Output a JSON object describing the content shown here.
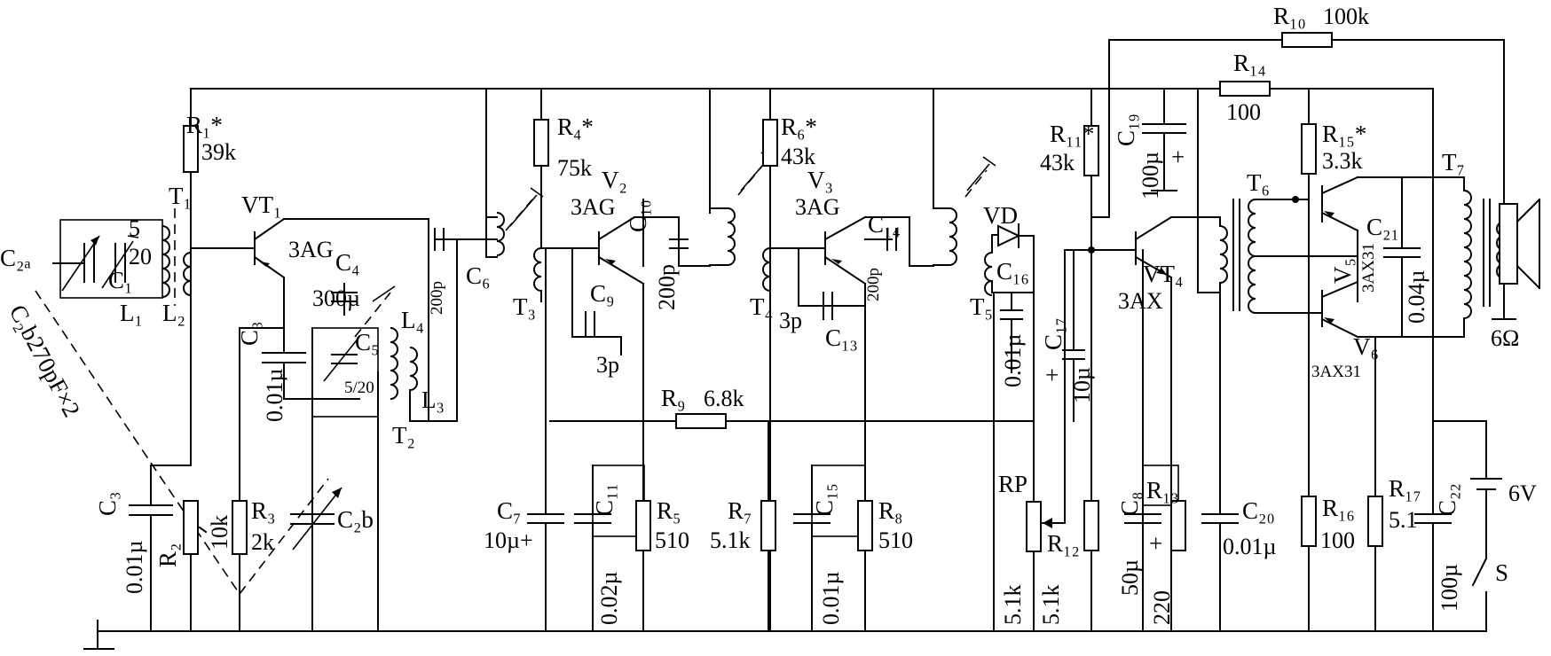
{
  "labels": {
    "r1_name": "R₁*",
    "r1_val": "39k",
    "r2_name": "R₂",
    "r2_val": "10k",
    "r3_name": "R₃",
    "r3_val": "2k",
    "r4_name": "R₄*",
    "r4_val": "75k",
    "r5_name": "R₅",
    "r5_val": "510",
    "r6_name": "R₆*",
    "r6_val": "43k",
    "r7_name": "R₇",
    "r7_val": "5.1k",
    "r8_name": "R₈",
    "r8_val": "510",
    "r9_name": "R₉",
    "r9_val": "6.8k",
    "r10_name": "R₁₀",
    "r10_val": "100k",
    "r11_name": "R₁₁*",
    "r11_val": "43k",
    "r12_name": "R₁₂",
    "r12_val": "5.1k",
    "r13_name": "R₁₃",
    "r13_val": "220",
    "r14_name": "R₁₄",
    "r14_val": "100",
    "r15_name": "R₁₅*",
    "r15_val": "3.3k",
    "r16_name": "R₁₆",
    "r16_val": "100",
    "r17_name": "R₁₇",
    "r17_val": "5.1",
    "rp_name": "RP",
    "rp_val": "5.1k",
    "c1_name": "C₁",
    "c1_val1": "5",
    "c1_val2": "20",
    "c2a_name": "C₂ₐ",
    "c2b_name": "C₂b",
    "c2b_note": "C₂b270pF×2",
    "c3_name": "C₃",
    "c3_val": "0.01µ",
    "c3b_name": "C₃",
    "c3b_val": "0.01µ",
    "c4_name": "C₄",
    "c4_val": "300µ",
    "c5_name": "C₅",
    "c5_val": "5/20",
    "c6_name": "C₆",
    "c6_val": "200p",
    "c7_name": "C₇",
    "c7_val": "10µ+",
    "c8_name": "C₈",
    "c8_val": "50µ",
    "c9_name": "C₉",
    "c9_val": "3p",
    "c10_name": "C₁₀",
    "c10_val": "200p",
    "c11_name": "C₁₁",
    "c11_val": "0.02µ",
    "c13_name": "C₁₃",
    "c13_val": "3p",
    "c14_name": "C₁₄",
    "c14_val": "200p",
    "c15_name": "C₁₅",
    "c15_val": "0.01µ",
    "c16_name": "C₁₆",
    "c16_val": "0.01µ",
    "c17_name": "C₁₇",
    "c17_val": "10µ",
    "c19_name": "C₁₉",
    "c19_val": "100µ",
    "c20_name": "C₂₀",
    "c20_val": "0.01µ",
    "c21_name": "C₂₁",
    "c21_val": "0.04µ",
    "c22_name": "C₂₂",
    "c22_val": "100µ",
    "l1_name": "L₁",
    "l2_name": "L₂",
    "l3_name": "L₃",
    "l4_name": "L₄",
    "t1": "T₁",
    "t2": "T₂",
    "t3": "T₃",
    "t4": "T₄",
    "t5": "T₅",
    "t6": "T₆",
    "t7": "T₇",
    "vt1_name": "VT₁",
    "vt1_type": "3AG",
    "v2_name": "V₂",
    "v2_type": "3AG",
    "v3_name": "V₃",
    "v3_type": "3AG",
    "vt4_name": "VT₄",
    "vt4_type": "3AX",
    "v5_name": "V₅",
    "v5_type": "3AX31",
    "v6_name": "V₆",
    "v6_type": "3AX31",
    "vd_name": "VD",
    "speaker_val": "6Ω",
    "battery_val": "6V",
    "switch_name": "S",
    "plus": "+"
  }
}
